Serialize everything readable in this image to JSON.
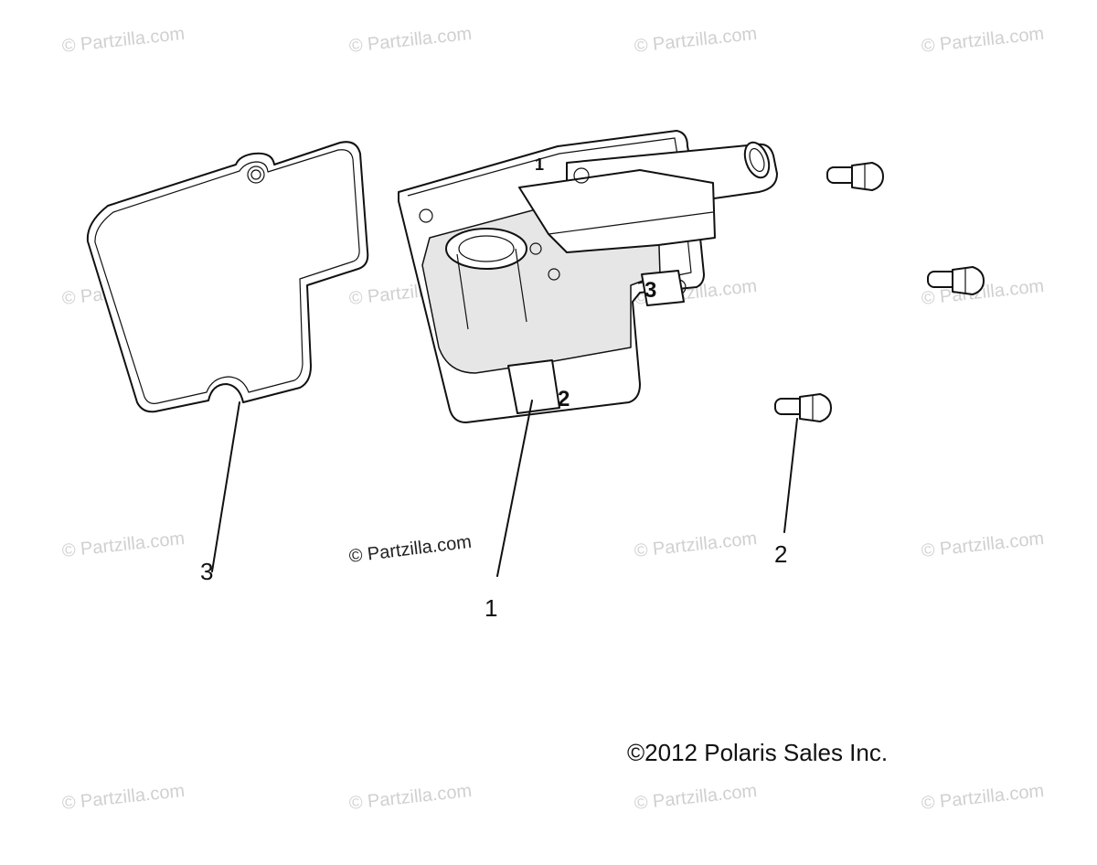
{
  "watermark_text": "© Partzilla.com",
  "center_watermark": "© Partzilla.com",
  "copyright": "©2012 Polaris Sales Inc.",
  "callouts": {
    "cover": "1",
    "bolts": "2",
    "gasket": "3"
  },
  "embossed_marks": {
    "mark_1": "1",
    "mark_2": "2",
    "mark_3": "3"
  }
}
